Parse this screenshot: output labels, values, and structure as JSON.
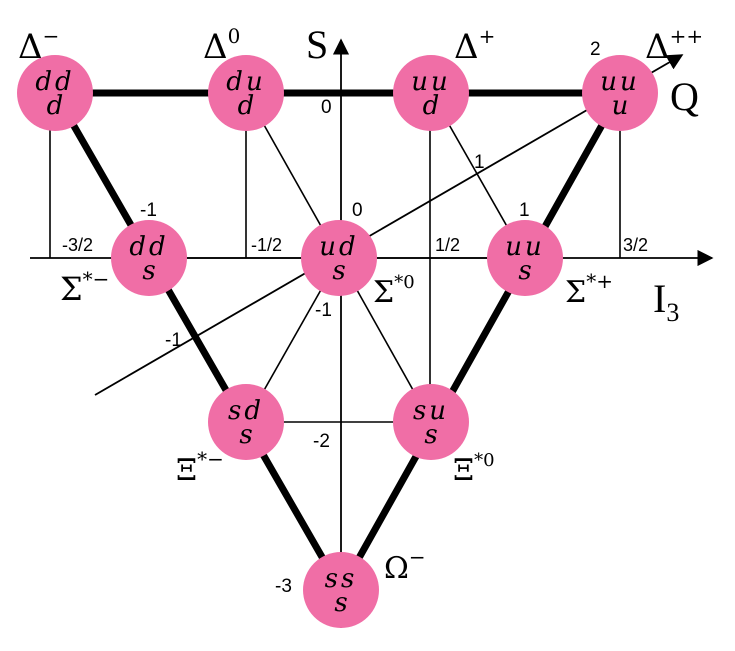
{
  "axes": {
    "s_axis_label": "S",
    "i3_axis_label": "I",
    "i3_axis_subscript": "3",
    "q_axis_label": "Q",
    "i3_ticks": [
      "-3/2",
      "-1/2",
      "1/2",
      "3/2"
    ],
    "s_ticks": [
      "0",
      "-1",
      "-2",
      "-3"
    ],
    "q_ticks": [
      "-1",
      "0",
      "1",
      "2"
    ],
    "extra_strangeness_labels": [
      "-1",
      "1"
    ]
  },
  "particles": [
    {
      "id": "delta-minus",
      "name": "Δ",
      "sup": "−",
      "top": "dd",
      "bottom": "d"
    },
    {
      "id": "delta-zero",
      "name": "Δ",
      "sup": "0",
      "top": "du",
      "bottom": "d"
    },
    {
      "id": "delta-plus",
      "name": "Δ",
      "sup": "+",
      "top": "uu",
      "bottom": "d"
    },
    {
      "id": "delta-plusplus",
      "name": "Δ",
      "sup": "++",
      "top": "uu",
      "bottom": "u"
    },
    {
      "id": "sigma-minus",
      "name": "Σ",
      "sup": "*−",
      "top": "dd",
      "bottom": "s"
    },
    {
      "id": "sigma-zero",
      "name": "Σ",
      "sup": "*0",
      "top": "ud",
      "bottom": "s"
    },
    {
      "id": "sigma-plus",
      "name": "Σ",
      "sup": "*+",
      "top": "uu",
      "bottom": "s"
    },
    {
      "id": "xi-minus",
      "name": "Ξ",
      "sup": "*−",
      "top": "sd",
      "bottom": "s"
    },
    {
      "id": "xi-zero",
      "name": "Ξ",
      "sup": "*0",
      "top": "su",
      "bottom": "s"
    },
    {
      "id": "omega-minus",
      "name": "Ω",
      "sup": "−",
      "top": "ss",
      "bottom": "s"
    }
  ],
  "colors": {
    "node_fill": "#f06ea6",
    "line": "#000000",
    "background": "#ffffff"
  }
}
